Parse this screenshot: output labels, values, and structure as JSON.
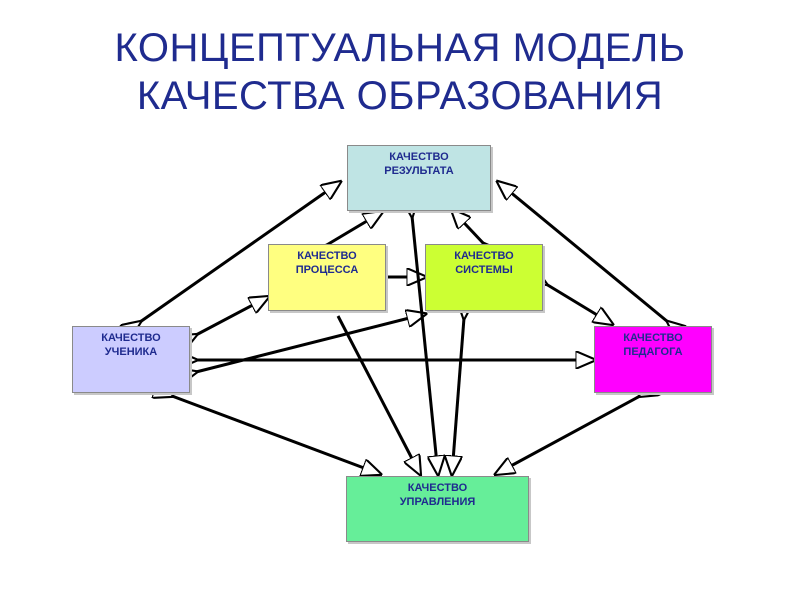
{
  "title": {
    "line1": "КОНЦЕПТУАЛЬНАЯ МОДЕЛЬ",
    "line2": "КАЧЕСТВА ОБРАЗОВАНИЯ"
  },
  "nodes": {
    "result": {
      "line1": "КАЧЕСТВО",
      "line2": "РЕЗУЛЬТАТА",
      "color": "#bfe4e4"
    },
    "process": {
      "line1": "КАЧЕСТВО",
      "line2": "ПРОЦЕССА",
      "color": "#ffff80"
    },
    "system": {
      "line1": "КАЧЕСТВО",
      "line2": "СИСТЕМЫ",
      "color": "#ccff33"
    },
    "student": {
      "line1": "КАЧЕСТВО",
      "line2": "УЧЕНИКА",
      "color": "#ccccff"
    },
    "teacher": {
      "line1": "КАЧЕСТВО",
      "line2": "ПЕДАГОГА",
      "color": "#ff00ff"
    },
    "management": {
      "line1": "КАЧЕСТВО",
      "line2": "УПРАВЛЕНИЯ",
      "color": "#66ee99"
    }
  },
  "edges": [
    {
      "from": "student",
      "to": "result"
    },
    {
      "from": "teacher",
      "to": "result"
    },
    {
      "from": "process",
      "to": "result"
    },
    {
      "from": "system",
      "to": "result"
    },
    {
      "from": "process",
      "to": "system"
    },
    {
      "from": "student",
      "to": "process"
    },
    {
      "from": "student",
      "to": "system"
    },
    {
      "from": "student",
      "to": "teacher"
    },
    {
      "from": "system",
      "to": "teacher"
    },
    {
      "from": "student",
      "to": "management"
    },
    {
      "from": "teacher",
      "to": "management"
    },
    {
      "from": "result",
      "to": "management"
    },
    {
      "from": "system",
      "to": "management"
    },
    {
      "from": "process",
      "to": "management"
    }
  ]
}
